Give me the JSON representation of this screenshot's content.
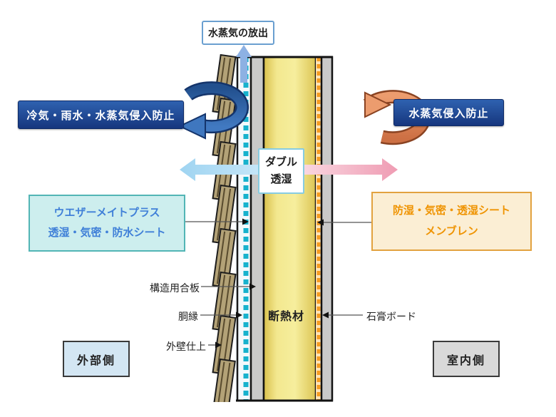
{
  "top_box": {
    "label": "水蒸気の放出"
  },
  "banners": {
    "left": "冷気・雨水・水蒸気侵入防止",
    "right": "水蒸気侵入防止"
  },
  "center_box": {
    "line1": "ダブル",
    "line2": "透湿"
  },
  "sheet_box_left": {
    "line1": "ウエザーメイトプラス",
    "line2": "透湿・気密・防水シート"
  },
  "sheet_box_right": {
    "line1": "防湿・気密・透湿シート",
    "line2": "メンブレン"
  },
  "part_labels": {
    "plywood": "構造用合板",
    "furring": "胴縁",
    "siding": "外壁仕上",
    "insulation": "断熱材",
    "gypsum": "石膏ボード"
  },
  "side_labels": {
    "outside": "外部側",
    "inside": "室内側"
  },
  "colors": {
    "banner_blue": "#1e4794",
    "weather_sheet_cyan": "#17b2cd",
    "membrane_orange": "#f59b20",
    "insulation_yellow": "#f1e489",
    "siding_tan": "#b3a277",
    "board_gray": "#c9c9c9",
    "curl_blue": "#3f77bf",
    "curl_orange": "#e08a5d",
    "permeate_left_blue": "#a5d9f5",
    "permeate_right_pink": "#ef9fb6",
    "vapor_arrow_blue": "#8db1e3",
    "outside_box_bg": "#d3e6f3",
    "inside_box_bg": "#d9d9d9"
  }
}
